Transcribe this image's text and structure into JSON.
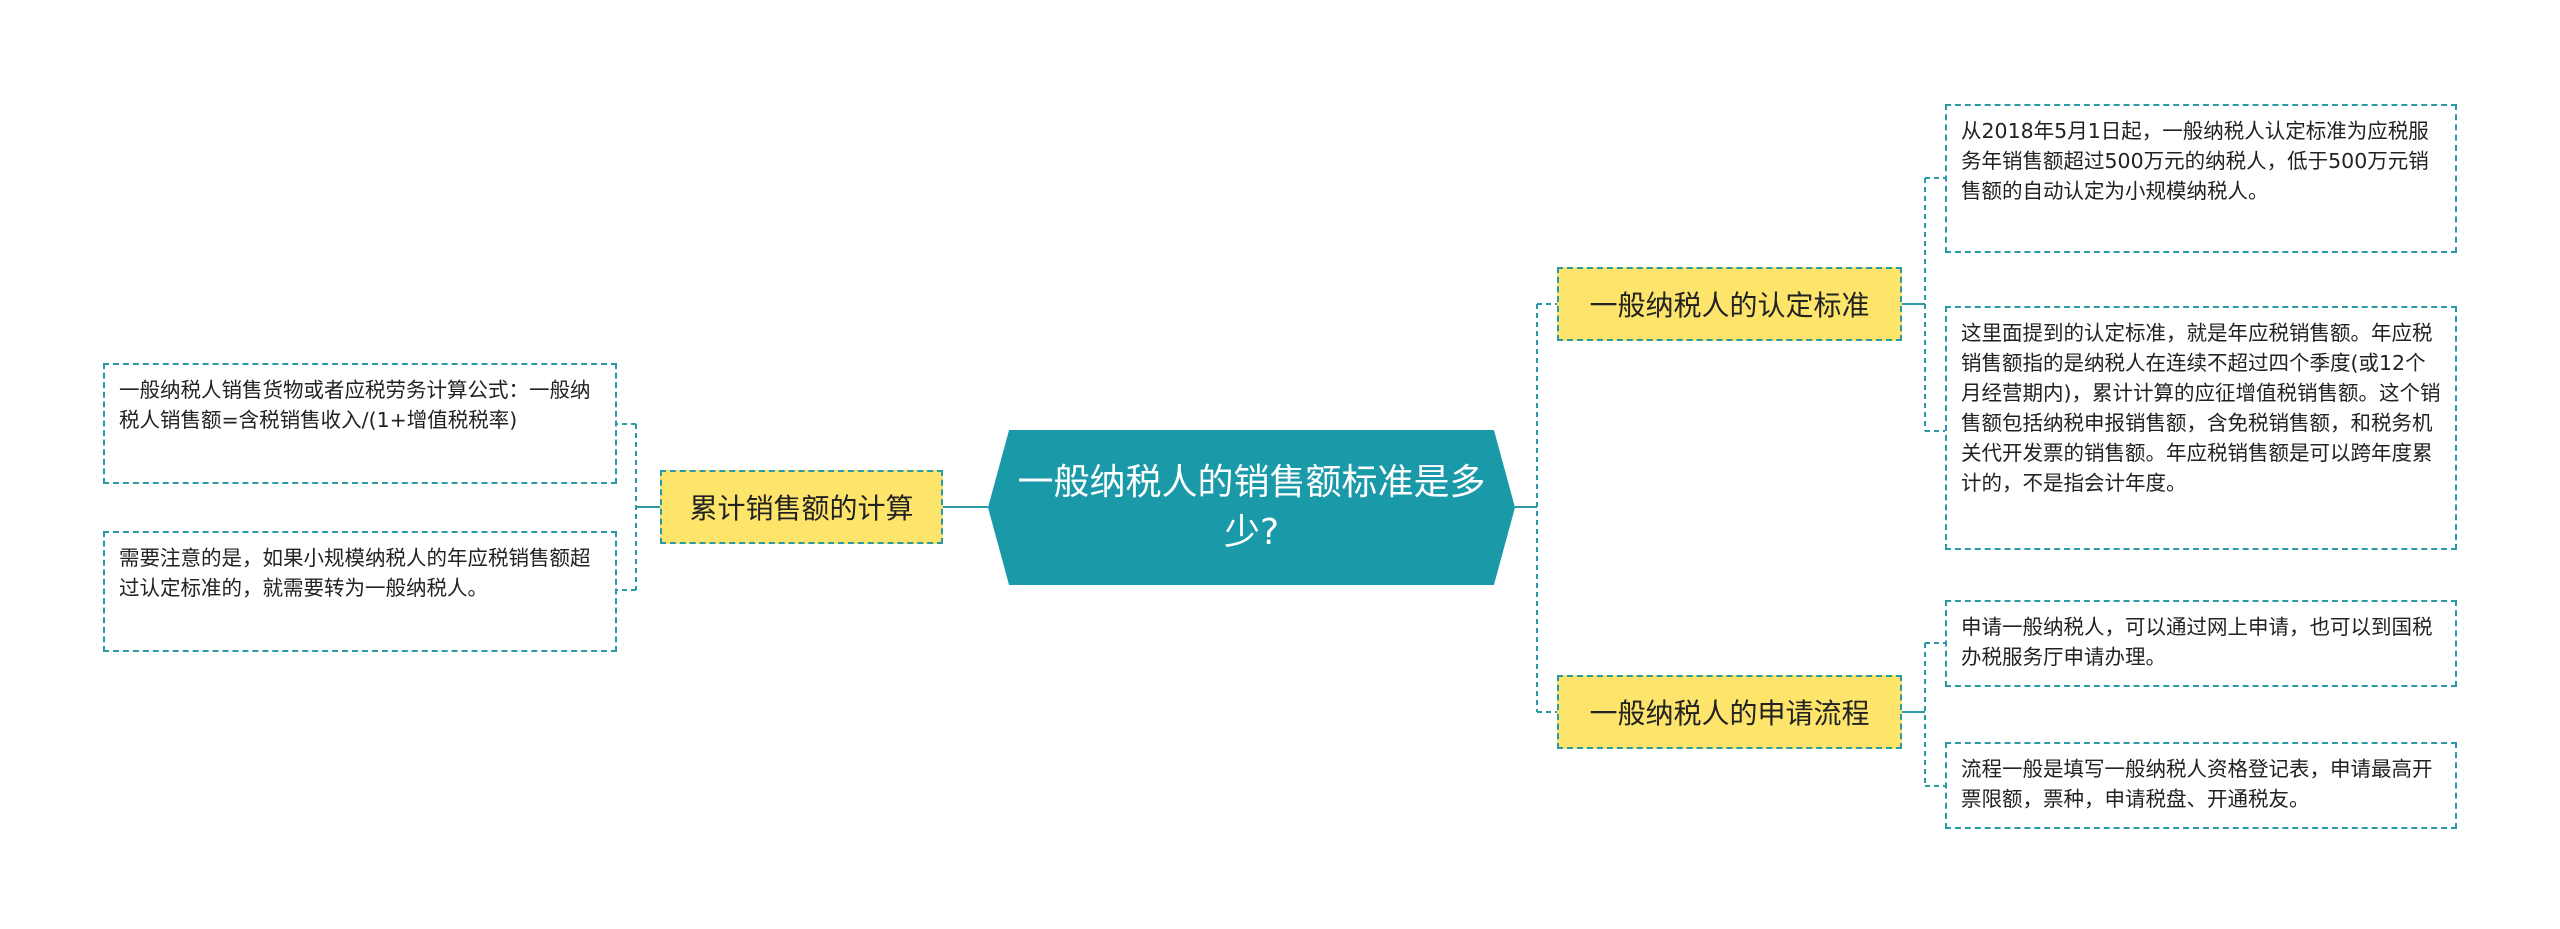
{
  "center": {
    "title": "一般纳税人的销售额标准是多少?"
  },
  "branches": {
    "left": {
      "label": "累计销售额的计算",
      "leaves": [
        "一般纳税人销售货物或者应税劳务计算公式：一般纳税人销售额=含税销售收入/(1+增值税税率)",
        "需要注意的是，如果小规模纳税人的年应税销售额超过认定标准的，就需要转为一般纳税人。"
      ]
    },
    "right_top": {
      "label": "一般纳税人的认定标准",
      "leaves": [
        "从2018年5月1日起，一般纳税人认定标准为应税服务年销售额超过500万元的纳税人，低于500万元销售额的自动认定为小规模纳税人。",
        "这里面提到的认定标准，就是年应税销售额。年应税销售额指的是纳税人在连续不超过四个季度(或12个月经营期内)，累计计算的应征增值税销售额。这个销售额包括纳税申报销售额，含免税销售额，和税务机关代开发票的销售额。年应税销售额是可以跨年度累计的，不是指会计年度。"
      ]
    },
    "right_bottom": {
      "label": "一般纳税人的申请流程",
      "leaves": [
        "申请一般纳税人，可以通过网上申请，也可以到国税办税服务厅申请办理。",
        "流程一般是填写一般纳税人资格登记表，申请最高开票限额，票种，申请税盘、开通税友。"
      ]
    }
  },
  "colors": {
    "center_fill": "#1a99a8",
    "branch_fill": "#fde46b",
    "connector": "#2a9aa6"
  }
}
